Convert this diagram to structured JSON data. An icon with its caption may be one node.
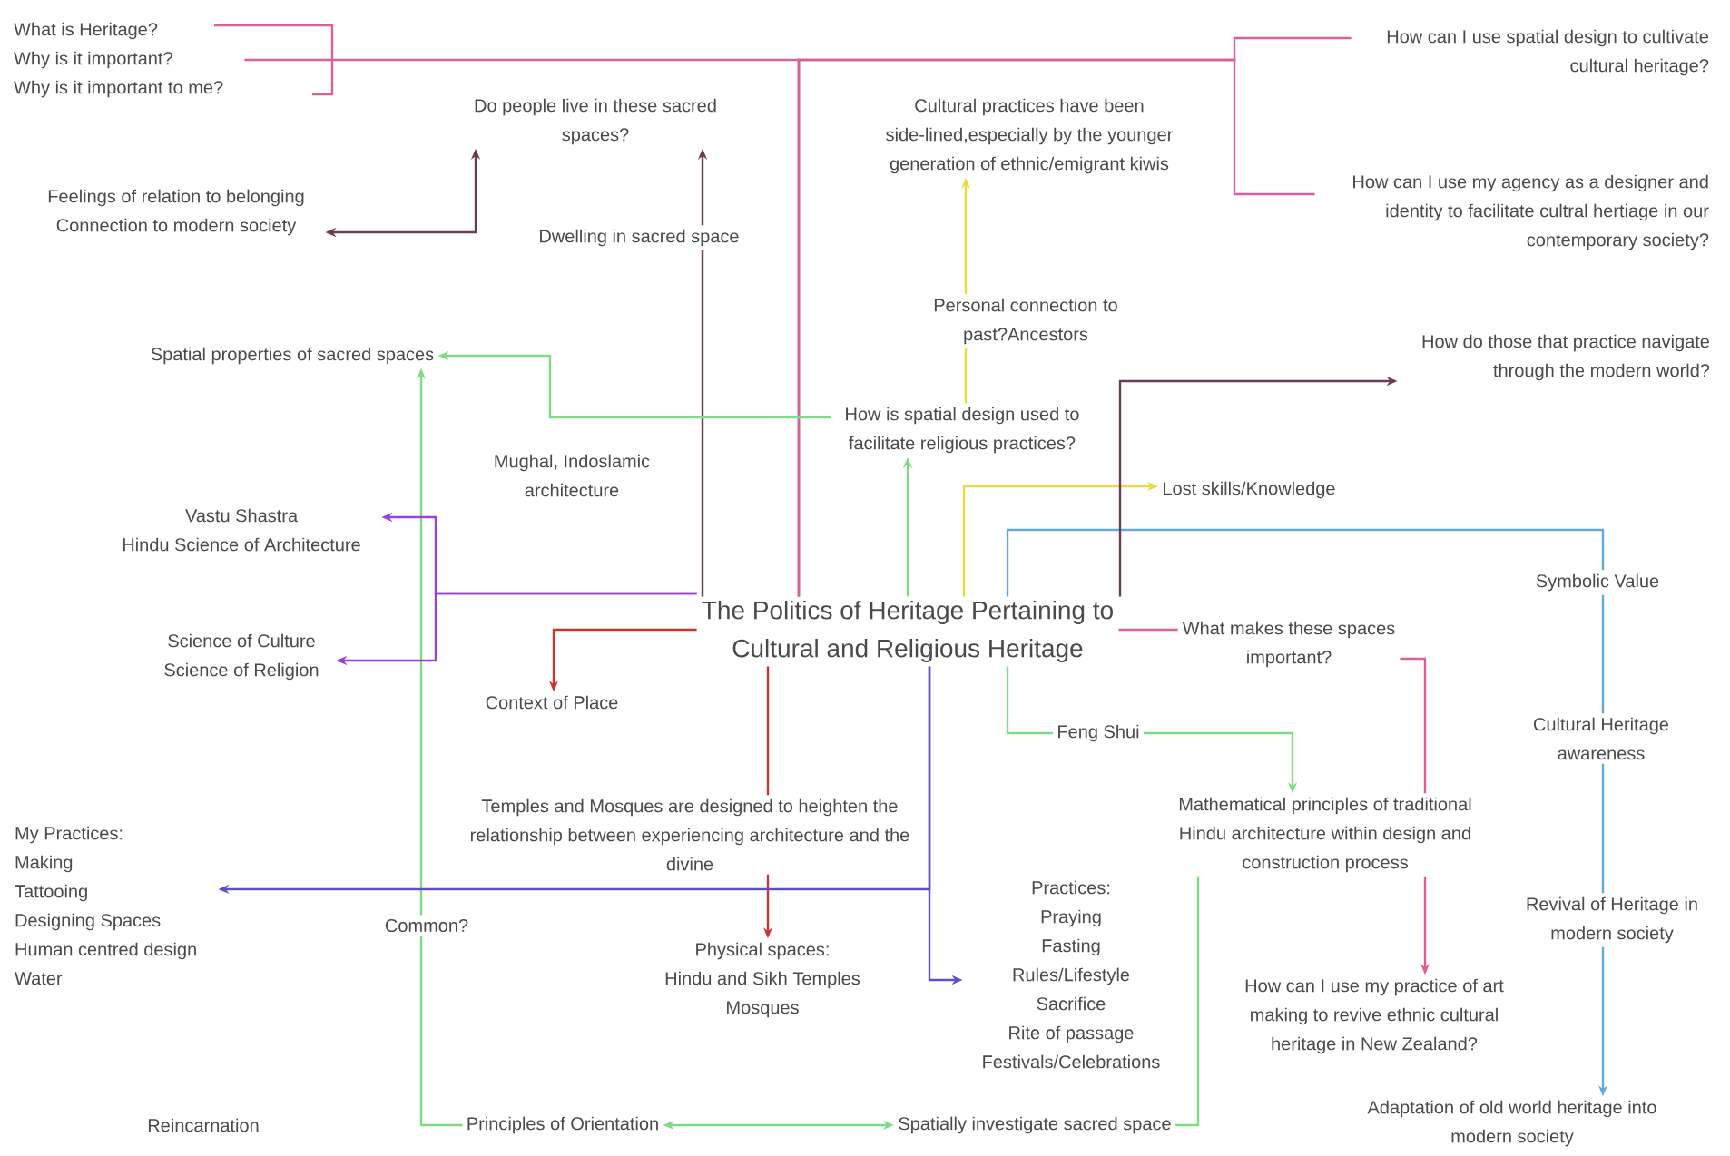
{
  "diagram": {
    "nodes": [
      {
        "text": [
          "The Politics of Heritage Pertaining to Cultural and Religious Heritage"
        ]
      },
      {
        "text": [
          "What is Heritage?",
          "Why is it important?",
          "Why is it important to me?"
        ]
      },
      {
        "text": [
          "How can I use spatial design to cultivate cultural heritage?"
        ]
      },
      {
        "text": [
          "How can I use my agency as a designer and identity to facilitate cultral hertiage in our contemporary society?"
        ]
      },
      {
        "text": [
          "Do people live in these sacred spaces?"
        ]
      },
      {
        "text": [
          "Feelings of relation to belonging",
          "Connection to modern society"
        ]
      },
      {
        "text": [
          "Dwelling in sacred space"
        ]
      },
      {
        "text": [
          "Cultural practices have been side-lined,especially by the younger generation of ethnic/emigrant kiwis"
        ]
      },
      {
        "text": [
          "Personal connection to past?Ancestors"
        ]
      },
      {
        "text": [
          "Spatial properties of sacred spaces"
        ]
      },
      {
        "text": [
          "How is spatial design used to facilitate religious practices?"
        ]
      },
      {
        "text": [
          "How do those that practice navigate through the modern world?"
        ]
      },
      {
        "text": [
          "Lost skills/Knowledge"
        ]
      },
      {
        "text": [
          "Vastu Shastra",
          "Hindu Science of Architecture"
        ]
      },
      {
        "text": [
          "Symbolic Value"
        ]
      },
      {
        "text": [
          "Science of Culture",
          "Science of Religion"
        ]
      },
      {
        "text": [
          "What makes these spaces important?"
        ]
      },
      {
        "text": [
          "Context of Place"
        ]
      },
      {
        "text": [
          "Cultural Heritage awareness"
        ]
      },
      {
        "text": [
          "Feng Shui"
        ]
      },
      {
        "text": [
          "Temples and Mosques are designed to heighten the relationship between experiencing architecture and the divine"
        ]
      },
      {
        "text": [
          "Mathematical principles of traditional Hindu architecture within design and construction process"
        ]
      },
      {
        "text": [
          "My Practices:",
          "Making",
          "Tattooing",
          "Designing Spaces",
          "Human centred design",
          "Water"
        ]
      },
      {
        "text": [
          "Common?"
        ]
      },
      {
        "text": [
          "Practices:",
          "Praying",
          "Fasting",
          "Rules/Lifestyle",
          "Sacrifice",
          "Rite of passage",
          "Festivals/Celebrations"
        ]
      },
      {
        "text": [
          "Physical spaces:",
          "Hindu and Sikh Temples",
          "Mosques"
        ]
      },
      {
        "text": [
          "Revival of Heritage in modern society"
        ]
      },
      {
        "text": [
          "How can I use my practice of art making to revive ethnic cultural heritage in New Zealand?"
        ]
      },
      {
        "text": [
          "Principles of Orientation"
        ]
      },
      {
        "text": [
          "Spatially investigate sacred space"
        ]
      },
      {
        "text": [
          "Adaptation of old world heritage into modern society"
        ]
      }
    ],
    "edges": [
      {
        "from": 0,
        "to": 1,
        "arrow": "none",
        "color": "#d9609a"
      },
      {
        "from": 0,
        "to": 2,
        "arrow": "none",
        "color": "#d9609a"
      },
      {
        "from": 0,
        "to": 3,
        "arrow": "none",
        "color": "#d9609a"
      },
      {
        "from": 5,
        "to": 4,
        "arrow": "both",
        "color": "#6e3a55"
      },
      {
        "from": 0,
        "to": 6,
        "arrow": "none",
        "color": "#6e3a55"
      },
      {
        "from": 6,
        "to": 4,
        "arrow": "to",
        "color": "#6e3a55"
      },
      {
        "from": 0,
        "to": 12,
        "arrow": "to",
        "color": "#e8dc3a"
      },
      {
        "from": 10,
        "to": 8,
        "arrow": "none",
        "color": "#e8dc3a"
      },
      {
        "from": 8,
        "to": 7,
        "arrow": "to",
        "color": "#e8dc3a"
      },
      {
        "from": 0,
        "to": 10,
        "arrow": "to",
        "color": "#7fdc84"
      },
      {
        "from": 10,
        "to": 9,
        "arrow": "to",
        "color": "#7fdc84"
      },
      {
        "from": 23,
        "to": 9,
        "arrow": "to",
        "color": "#7fdc84"
      },
      {
        "from": 28,
        "to": 23,
        "arrow": "none",
        "color": "#7fdc84"
      },
      {
        "from": 28,
        "to": 29,
        "arrow": "both",
        "color": "#7fdc84"
      },
      {
        "from": 29,
        "to": 21,
        "arrow": "none",
        "color": "#7fdc84"
      },
      {
        "from": 0,
        "to": 19,
        "arrow": "none",
        "color": "#7fdc84"
      },
      {
        "from": 19,
        "to": 21,
        "arrow": "to",
        "color": "#7fdc84"
      },
      {
        "from": 0,
        "to": 17,
        "arrow": "to",
        "color": "#c8352e"
      },
      {
        "from": 0,
        "to": 20,
        "arrow": "none",
        "color": "#c8352e"
      },
      {
        "from": 20,
        "to": 25,
        "arrow": "to",
        "color": "#c8352e"
      },
      {
        "from": 0,
        "to": 13,
        "arrow": "to",
        "color": "#9a40d8"
      },
      {
        "from": 0,
        "to": 15,
        "arrow": "to",
        "color": "#9a40d8"
      },
      {
        "from": 0,
        "to": 22,
        "arrow": "to",
        "color": "#5b4fcf"
      },
      {
        "from": 0,
        "to": 24,
        "arrow": "to",
        "color": "#5b4fcf"
      },
      {
        "from": 0,
        "to": 14,
        "arrow": "none",
        "color": "#64a8e0"
      },
      {
        "from": 14,
        "to": 18,
        "arrow": "none",
        "color": "#64a8e0"
      },
      {
        "from": 18,
        "to": 26,
        "arrow": "none",
        "color": "#64a8e0"
      },
      {
        "from": 26,
        "to": 30,
        "arrow": "to",
        "color": "#64a8e0"
      },
      {
        "from": 0,
        "to": 16,
        "arrow": "none",
        "color": "#d9609a"
      },
      {
        "from": 16,
        "to": 21,
        "arrow": "none",
        "color": "#d9609a"
      },
      {
        "from": 21,
        "to": 27,
        "arrow": "to",
        "color": "#d9609a"
      },
      {
        "from": 0,
        "to": 11,
        "arrow": "to",
        "color": "#6e3a55"
      }
    ],
    "labels": [
      "Mughal, Indoslamic architecture",
      "Reincarnation"
    ]
  }
}
